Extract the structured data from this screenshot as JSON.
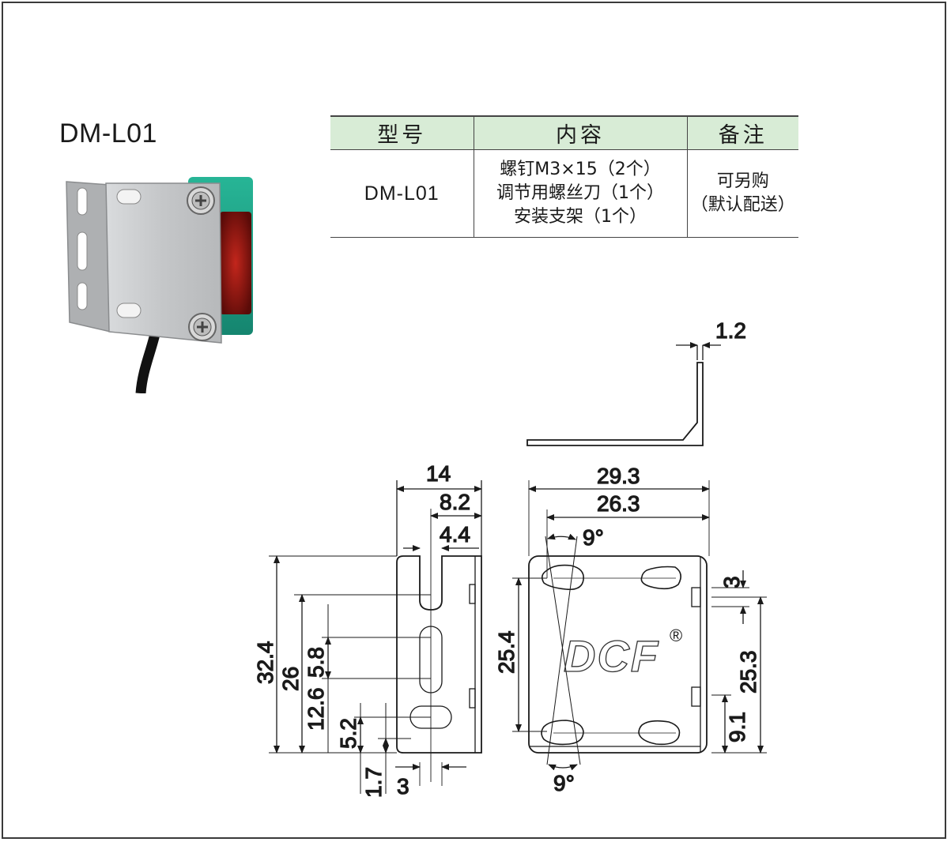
{
  "model_title": "DM-L01",
  "table": {
    "headers": [
      "型号",
      "内容",
      "备注"
    ],
    "row": {
      "model": "DM-L01",
      "contents": [
        "螺钉M3×15（2个）",
        "调节用螺丝刀（1个）",
        "安装支架（1个）"
      ],
      "remarks": [
        "可另购",
        "（默认配送）"
      ]
    }
  },
  "photo": {
    "icon": "bracket-sensor-photo",
    "colors": {
      "sensor_body": "#1fa58a",
      "lens": "#8a1410",
      "plate": "#c9cbcd"
    }
  },
  "drawing": {
    "brand_logo": "DCF",
    "registered_mark": "®",
    "dims": {
      "thickness": "1.2",
      "side_width": "14",
      "side_8_2": "8.2",
      "side_4_4": "4.4",
      "height_total": "32.4",
      "height_26": "26",
      "slot_5_8": "5.8",
      "height_12_6": "12.6",
      "height_5_2": "5.2",
      "height_1_7": "1.7",
      "width_3_bottom": "3",
      "front_width": "29.3",
      "front_inner": "26.3",
      "angle_top": "9°",
      "angle_bottom": "9°",
      "front_height": "25.4",
      "right_3": "3",
      "right_25_3": "25.3",
      "right_9_1": "9.1"
    }
  }
}
